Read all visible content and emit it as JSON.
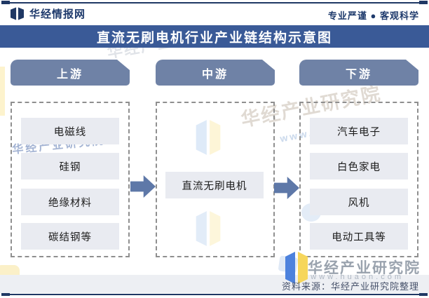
{
  "header": {
    "brand": "华经情报网",
    "slogan": "专业严谨 ● 客观科学"
  },
  "title_bar": {
    "title": "直流无刷电机行业产业链结构示意图"
  },
  "diagram": {
    "columns": [
      {
        "label": "上游",
        "items": [
          "电磁线",
          "硅钢",
          "绝缘材料",
          "碳结钢等"
        ]
      },
      {
        "label": "中游",
        "items": [
          "直流无刷电机"
        ]
      },
      {
        "label": "下游",
        "items": [
          "汽车电子",
          "白色家电",
          "风机",
          "电动工具等"
        ]
      }
    ]
  },
  "watermark": {
    "name": "华经产业研究院",
    "url": "www.huaon.com"
  },
  "footer": {
    "logo_text": "华经产业研究院",
    "logo_url": "www.huaon.com",
    "source": "资料来源：华经产业研究院整理"
  },
  "colors": {
    "navy_rule": "#1f3864",
    "title_bar_bg": "#3a5a97",
    "column_header_bg": "#6f82a6",
    "arrow": "#5e78a8",
    "item_bg": "#e9ebf1",
    "footer_band_bg": "#edeff3",
    "brand_text": "#1e3a6c",
    "logo_blue": "#4d82dd",
    "logo_yellow": "#f6d65c"
  }
}
